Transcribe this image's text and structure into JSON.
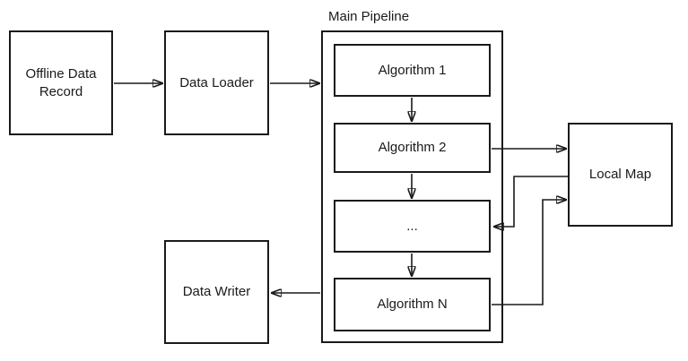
{
  "diagram": {
    "group": {
      "title": "Main Pipeline"
    },
    "nodes": {
      "offline_data_record": {
        "label": "Offline Data Record"
      },
      "data_loader": {
        "label": "Data Loader"
      },
      "algorithm_1": {
        "label": "Algorithm 1"
      },
      "algorithm_2": {
        "label": "Algorithm 2"
      },
      "ellipsis": {
        "label": "..."
      },
      "algorithm_n": {
        "label": "Algorithm N"
      },
      "local_map": {
        "label": "Local Map"
      },
      "data_writer": {
        "label": "Data Writer"
      }
    },
    "edges": [
      {
        "from": "offline_data_record",
        "to": "data_loader"
      },
      {
        "from": "data_loader",
        "to": "main_pipeline"
      },
      {
        "from": "algorithm_1",
        "to": "algorithm_2"
      },
      {
        "from": "algorithm_2",
        "to": "ellipsis"
      },
      {
        "from": "ellipsis",
        "to": "algorithm_n"
      },
      {
        "from": "algorithm_2",
        "to": "local_map"
      },
      {
        "from": "local_map",
        "to": "ellipsis"
      },
      {
        "from": "algorithm_n",
        "to": "local_map"
      },
      {
        "from": "main_pipeline",
        "to": "data_writer"
      }
    ],
    "colors": {
      "stroke": "#1a1a1a",
      "node_fill": "#ffffff",
      "background": "#ffffff"
    }
  }
}
